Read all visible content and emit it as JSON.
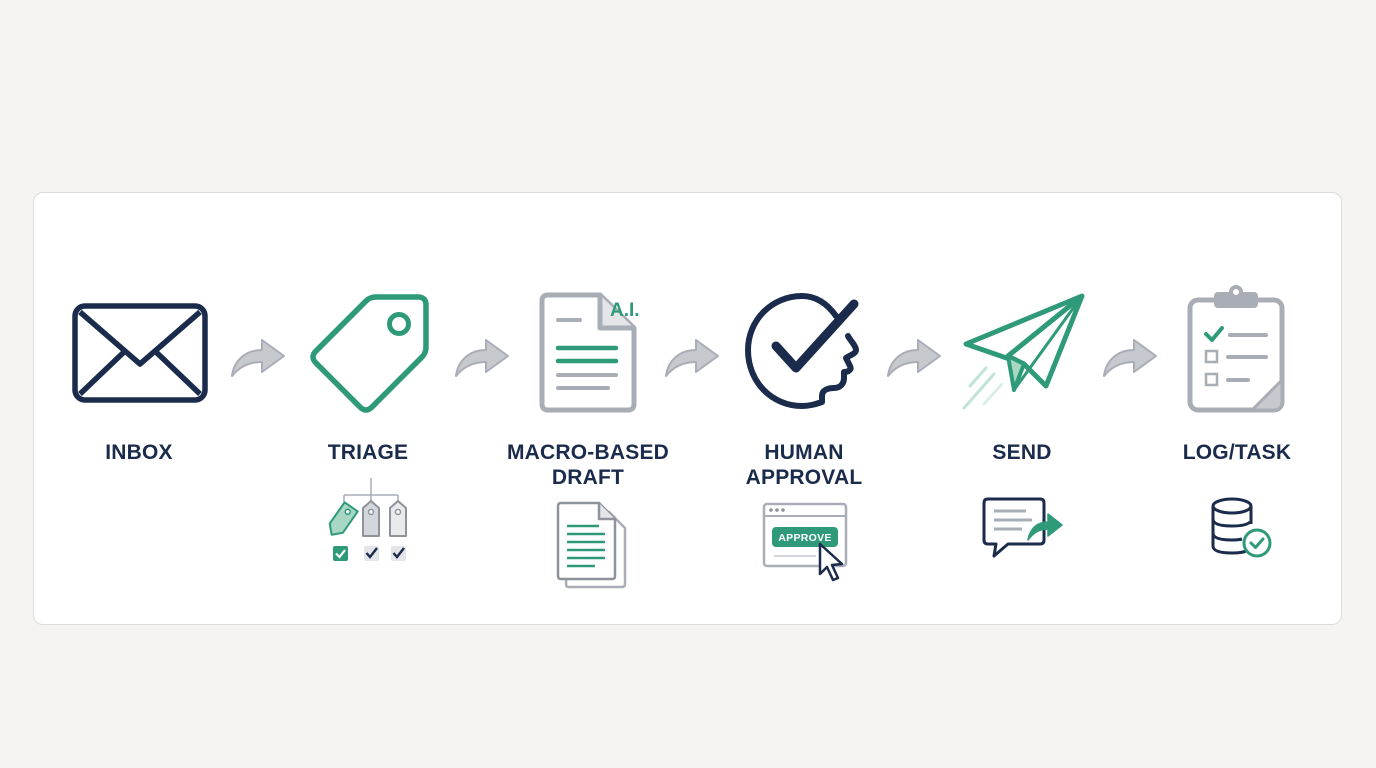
{
  "steps": [
    {
      "label": "INBOX",
      "icon": "envelope-icon",
      "sub_icon": ""
    },
    {
      "label": "TRIAGE",
      "icon": "tag-icon",
      "sub_icon": "tag-checklist-icon"
    },
    {
      "label": "MACRO-BASED DRAFT",
      "label_lines": [
        "MACRO-BASED",
        "DRAFT"
      ],
      "icon": "ai-document-icon",
      "badge": "A.I.",
      "sub_icon": "documents-stack-icon"
    },
    {
      "label": "HUMAN APPROVAL",
      "label_lines": [
        "HUMAN",
        "APPROVAL"
      ],
      "icon": "head-check-icon",
      "sub_icon": "approve-window-icon",
      "sub_button": "APPROVE"
    },
    {
      "label": "SEND",
      "icon": "paper-plane-icon",
      "sub_icon": "message-forward-icon"
    },
    {
      "label": "LOG/TASK",
      "icon": "clipboard-checklist-icon",
      "sub_icon": "database-check-icon"
    }
  ],
  "connector_icon": "curved-arrow-icon",
  "colors": {
    "navy": "#1a2b4c",
    "green": "#2f9a7a",
    "gray": "#a9adb5",
    "light_gray": "#e3e5e8",
    "background": "#f5f4f0",
    "card": "#ffffff"
  }
}
